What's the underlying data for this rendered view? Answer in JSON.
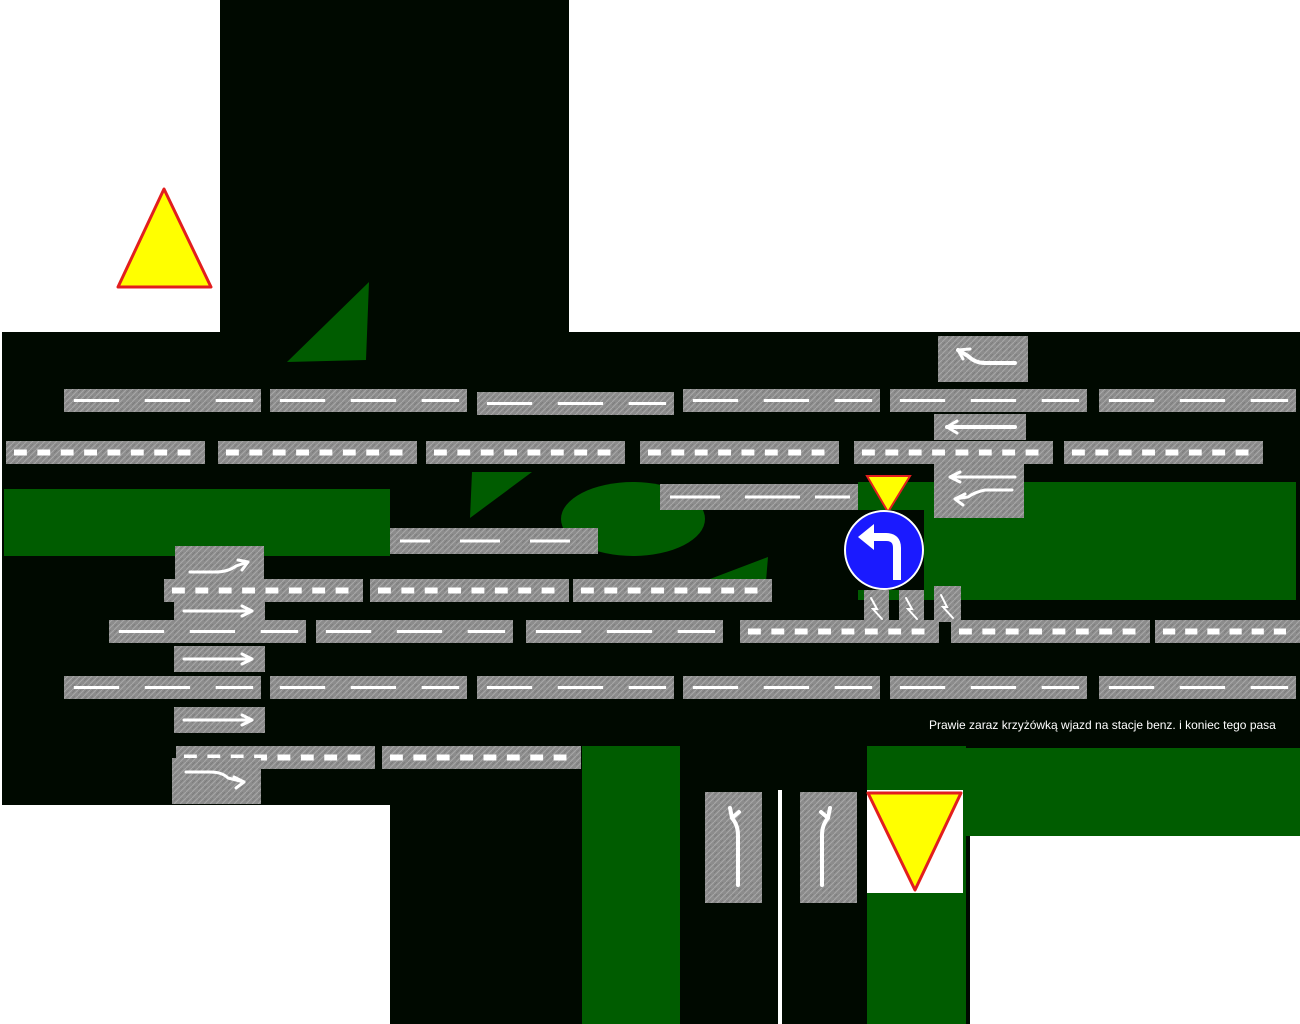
{
  "diagram": {
    "note_text": "Prawie zaraz krzyżówką wjazd na stacje benz. i koniec tego pasa",
    "colors": {
      "road": "#000900",
      "grass": "#005c00",
      "marking_tile": "#8f8f8f",
      "marking_line": "#ffffff",
      "warning_sign_fill": "#ffff00",
      "sign_border": "#e21e1e",
      "mandatory_sign_blue": "#1a1aff"
    },
    "signs": [
      {
        "id": "A-7",
        "name": "give-way-sign"
      },
      {
        "id": "C-9",
        "name": "turn-left-mandatory-sign"
      },
      {
        "id": "A-7 (rotated)",
        "name": "warning-triangle-sign"
      }
    ]
  }
}
